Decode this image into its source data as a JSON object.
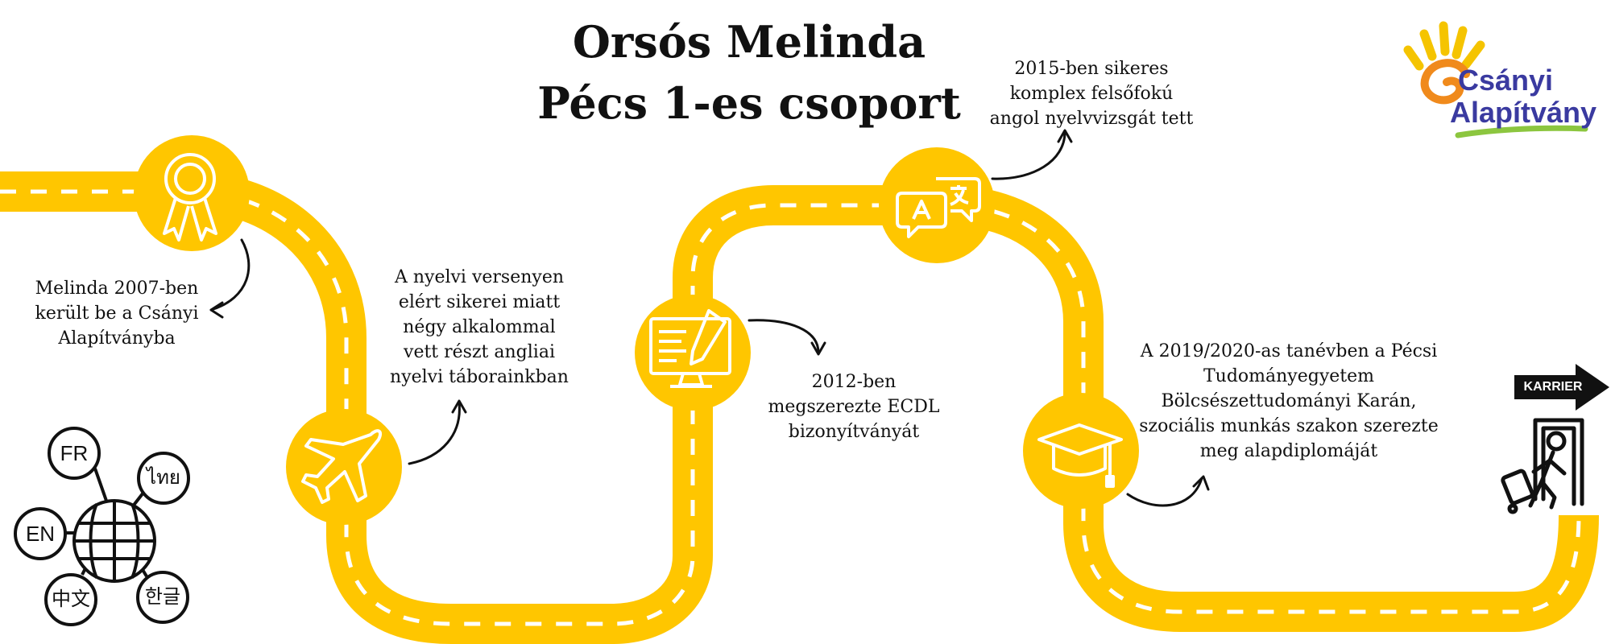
{
  "title": {
    "line1": "Orsós Melinda",
    "line2": "Pécs 1-es csoport"
  },
  "logo": {
    "line1": "Csányi",
    "line2": "Alapítvány",
    "primary_color": "#3a3aa0",
    "accent_orange": "#f08a1c",
    "accent_yellow": "#f5c400",
    "accent_green": "#8cc63f"
  },
  "colors": {
    "road": "#ffc600",
    "dash": "#ffffff",
    "ink": "#111111"
  },
  "milestones": [
    {
      "icon": "award-ribbon-icon",
      "lines": [
        "Melinda 2007-ben",
        "került be a Csányi",
        "Alapítványba"
      ]
    },
    {
      "icon": "airplane-icon",
      "lines": [
        "A nyelvi versenyen",
        "elért sikerei miatt",
        "négy alkalommal",
        "vett részt angliai",
        "nyelvi táborainkban"
      ]
    },
    {
      "icon": "computer-certificate-icon",
      "lines": [
        "2012-ben",
        "megszerezte ECDL",
        "bizonyítványát"
      ]
    },
    {
      "icon": "translate-chat-icon",
      "lines": [
        "2015-ben sikeres",
        "komplex felsőfokú",
        "angol nyelvvizsgát tett"
      ]
    },
    {
      "icon": "graduation-cap-icon",
      "lines": [
        "A 2019/2020-as tanévben a Pécsi",
        "Tudományegyetem",
        "Bölcsészettudományi Karán,",
        "szociális munkás szakon szerezte",
        "meg alapdiplomáját"
      ]
    }
  ],
  "career": {
    "label": "KARRIER",
    "icon": "person-with-luggage-door-icon"
  },
  "languages": {
    "icon": "globe-languages-icon",
    "labels": [
      "FR",
      "ไทย",
      "EN",
      "中文",
      "한글"
    ]
  }
}
